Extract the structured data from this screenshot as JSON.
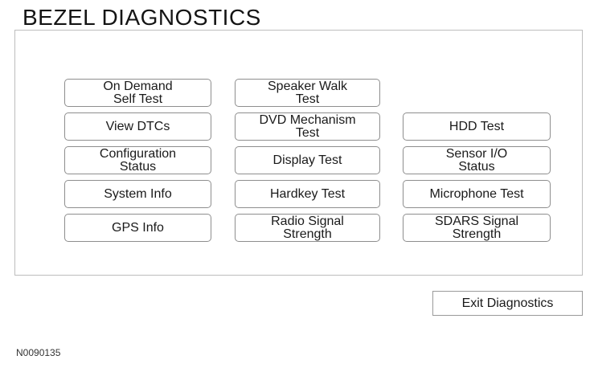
{
  "page": {
    "title": "BEZEL DIAGNOSTICS",
    "figure_label": "N0090135"
  },
  "colors": {
    "background": "#ffffff",
    "panel_border": "#bdbdbd",
    "button_border": "#8e8e8e",
    "text": "#1a1a1a"
  },
  "menu": {
    "column1": [
      "On Demand\nSelf Test",
      "View DTCs",
      "Configuration\nStatus",
      "System Info",
      "GPS Info"
    ],
    "column2": [
      "Speaker Walk\nTest",
      "DVD Mechanism\nTest",
      "Display Test",
      "Hardkey Test",
      "Radio Signal\nStrength"
    ],
    "column3": [
      "HDD Test",
      "Sensor I/O\nStatus",
      "Microphone Test",
      "SDARS Signal\nStrength"
    ]
  },
  "exit_button": {
    "label": "Exit Diagnostics"
  }
}
